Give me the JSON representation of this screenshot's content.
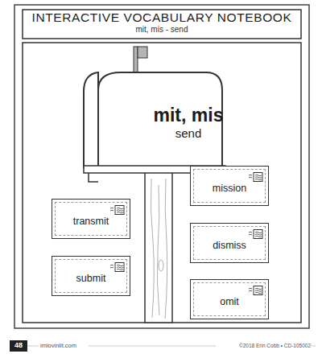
{
  "diagram": {
    "title": "INTERACTIVE VOCABULARY NOTEBOOK",
    "nodes": [
      {
        "text": [
          "mit, mis",
          "send"
        ]
      },
      {
        "text": [
          "mission"
        ]
      },
      {
        "text": [
          "transmit"
        ]
      },
      {
        "text": [
          "dismiss"
        ]
      },
      {
        "text": [
          "submit"
        ]
      },
      {
        "text": [
          "omit"
        ]
      }
    ],
    "labels": [
      "mit, mis - send",
      "48",
      "imlovinlit.com",
      "©2018 Erin Cobb • CD-105002"
    ]
  }
}
